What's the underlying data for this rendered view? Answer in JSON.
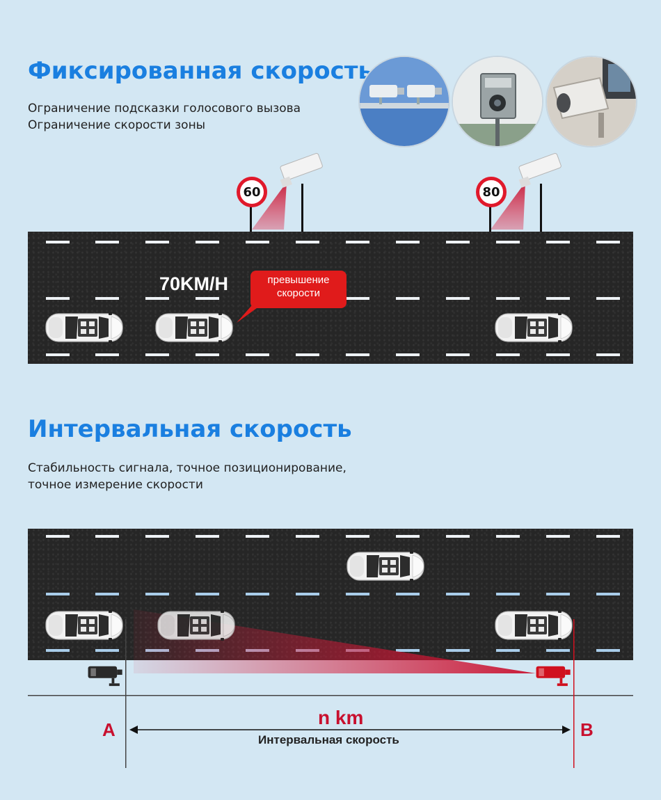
{
  "section1": {
    "title": "Фиксированная скорость",
    "desc_line1": "Ограничение подсказки голосового вызова",
    "desc_line2": "Ограничение скорости зоны",
    "sign1": "60",
    "sign2": "80",
    "speed_label": "70KM/H",
    "bubble_line1": "превышение",
    "bubble_line2": "скорости"
  },
  "section2": {
    "title": "Интервальная скорость",
    "desc_line1": "Стабильность сигнала, точное позиционирование,",
    "desc_line2": "точное измерение скорости",
    "point_a": "A",
    "point_b": "B",
    "distance": "n km",
    "interval_label": "Интервальная скорость"
  },
  "colors": {
    "title_blue": "#1a7fe0",
    "alert_red": "#e01b1b",
    "background": "#d3e7f3"
  },
  "icons": [
    "traffic-camera-photo",
    "speed-camera-box-photo",
    "cctv-camera-photo",
    "speed-camera-icon",
    "car-icon"
  ]
}
